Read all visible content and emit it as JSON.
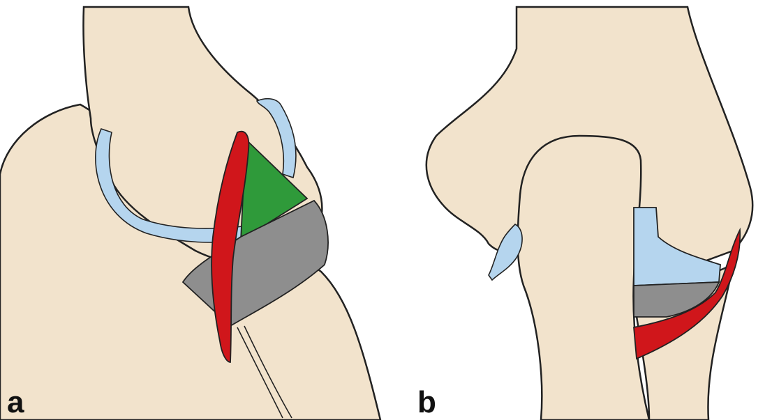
{
  "panels": [
    {
      "id": "a",
      "label": "a"
    },
    {
      "id": "b",
      "label": "b"
    }
  ],
  "colors": {
    "bone": "#f2e3cc",
    "outline": "#222222",
    "cartilage": "#b5d5ee",
    "ligament_red": "#d0161b",
    "green_region": "#2f9a3a",
    "gray_region": "#8e8e8e",
    "background": "#ffffff"
  }
}
